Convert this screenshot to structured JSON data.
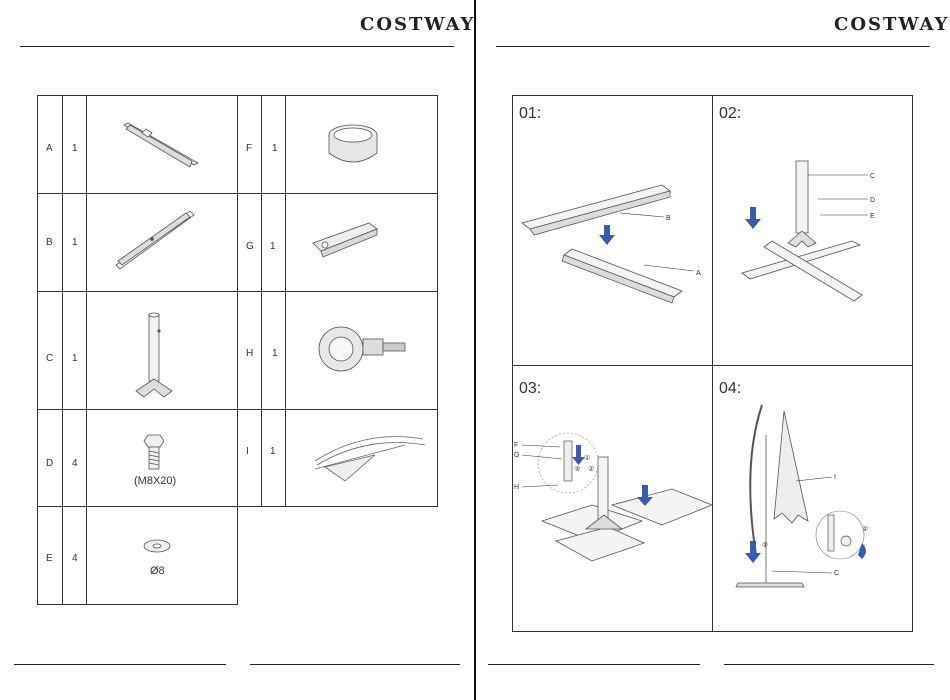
{
  "brand": "COSTWAY",
  "parts": [
    {
      "letter": "A",
      "qty": "1",
      "caption": ""
    },
    {
      "letter": "B",
      "qty": "1",
      "caption": ""
    },
    {
      "letter": "C",
      "qty": "1",
      "caption": ""
    },
    {
      "letter": "D",
      "qty": "4",
      "caption": "(M8X20)"
    },
    {
      "letter": "E",
      "qty": "4",
      "caption": "Ø8"
    },
    {
      "letter": "F",
      "qty": "1",
      "caption": ""
    },
    {
      "letter": "G",
      "qty": "1",
      "caption": ""
    },
    {
      "letter": "H",
      "qty": "1",
      "caption": ""
    },
    {
      "letter": "I",
      "qty": "1",
      "caption": ""
    }
  ],
  "steps": [
    {
      "label": "01:",
      "callouts": [
        "B",
        "A"
      ]
    },
    {
      "label": "02:",
      "callouts": [
        "C",
        "D",
        "E"
      ]
    },
    {
      "label": "03:",
      "callouts": [
        "F",
        "G",
        "H"
      ],
      "markers": [
        "①",
        "②",
        "③"
      ]
    },
    {
      "label": "04:",
      "callouts": [
        "I",
        "C"
      ],
      "markers": [
        "①",
        "②"
      ]
    }
  ]
}
